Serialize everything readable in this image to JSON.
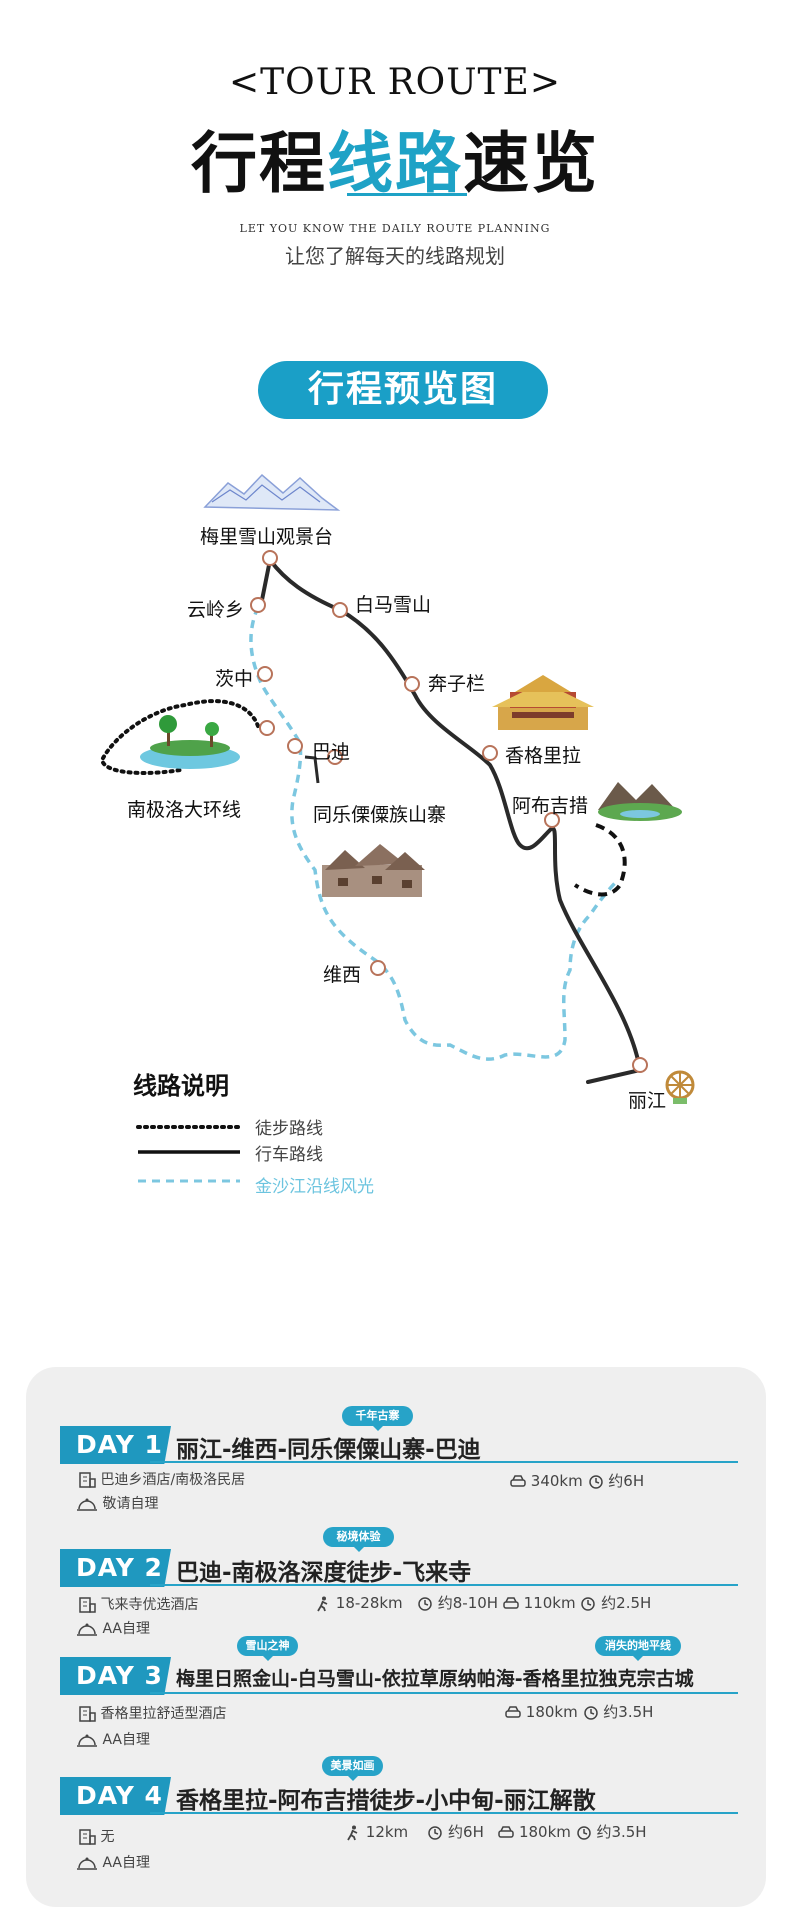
{
  "header": {
    "title_en": "<TOUR ROUTE>",
    "title_cn_a": "行程",
    "title_cn_b": "线路",
    "title_cn_c": "速览",
    "subtitle_en": "LET YOU KNOW THE DAILY ROUTE PLANNING",
    "subtitle_cn": "让您了解每天的线路规划"
  },
  "map": {
    "heading": "行程预览图",
    "places": {
      "meili": "梅里雪山观景台",
      "yunling": "云岭乡",
      "baima": "白马雪山",
      "cizhong": "茨中",
      "benzilan": "奔子栏",
      "badi": "巴迪",
      "shangrila": "香格里拉",
      "nanjiluo": "南极洛大环线",
      "tongle": "同乐傈僳族山寨",
      "abujicuo": "阿布吉措",
      "weixi": "维西",
      "lijiang": "丽江"
    },
    "legend": {
      "title": "线路说明",
      "hike": "徒步路线",
      "drive": "行车路线",
      "river": "金沙江沿线风光"
    },
    "colors": {
      "road": "#2a2a2a",
      "river": "#7cc7e0",
      "node": "#b8735a"
    }
  },
  "days": [
    {
      "badge": "DAY 1",
      "route": "丽江-维西-同乐傈僳山寨-巴迪",
      "tag": "千年古寨",
      "hotel": "巴迪乡酒店/南极洛民居",
      "meal": "敬请自理",
      "hike_dist": "",
      "hike_time": "",
      "drive_dist": "340km",
      "drive_time": "约6H"
    },
    {
      "badge": "DAY 2",
      "route": "巴迪-南极洛深度徒步-飞来寺",
      "tag": "秘境体验",
      "hotel": "飞来寺优选酒店",
      "meal": "AA自理",
      "hike_dist": "18-28km",
      "hike_time": "约8-10H",
      "drive_dist": "110km",
      "drive_time": "约2.5H"
    },
    {
      "badge": "DAY 3",
      "route": "梅里日照金山-白马雪山-依拉草原纳帕海-香格里拉独克宗古城",
      "tag": "雪山之神",
      "tag2": "消失的地平线",
      "hotel": "香格里拉舒适型酒店",
      "meal": "AA自理",
      "hike_dist": "",
      "hike_time": "",
      "drive_dist": "180km",
      "drive_time": "约3.5H"
    },
    {
      "badge": "DAY 4",
      "route": "香格里拉-阿布吉措徒步-小中甸-丽江解散",
      "tag": "美景如画",
      "hotel": "无",
      "meal": "AA自理",
      "hike_dist": "12km",
      "hike_time": "约6H",
      "drive_dist": "180km",
      "drive_time": "约3.5H"
    }
  ],
  "icons": [
    "building-icon",
    "cloche-icon",
    "car-icon",
    "clock-icon",
    "hiker-icon"
  ]
}
